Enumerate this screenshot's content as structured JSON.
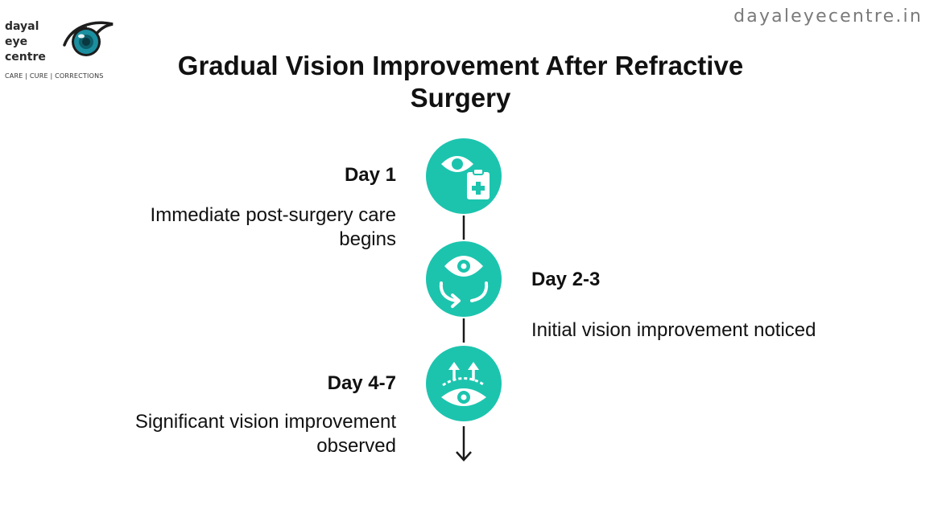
{
  "brand": {
    "name_lines": [
      "dayal",
      "eye",
      "centre"
    ],
    "tagline": "CARE | CURE | CORRECTIONS",
    "website": "dayaleyecentre.in",
    "accent_color": "#1cc4ae",
    "logo_teal": "#1b8fa0"
  },
  "title": "Gradual Vision Improvement After Refractive Surgery",
  "timeline": {
    "steps": [
      {
        "title": "Day 1",
        "description": "Immediate post-surgery care begins",
        "icon": "eye-clipboard-icon",
        "side": "left"
      },
      {
        "title": "Day 2-3",
        "description": "Initial vision improvement noticed",
        "icon": "eye-rotate-icon",
        "side": "right"
      },
      {
        "title": "Day 4-7",
        "description": "Significant vision improvement observed",
        "icon": "eye-arrows-up-icon",
        "side": "left"
      }
    ],
    "connector": "arrow-down-icon"
  }
}
